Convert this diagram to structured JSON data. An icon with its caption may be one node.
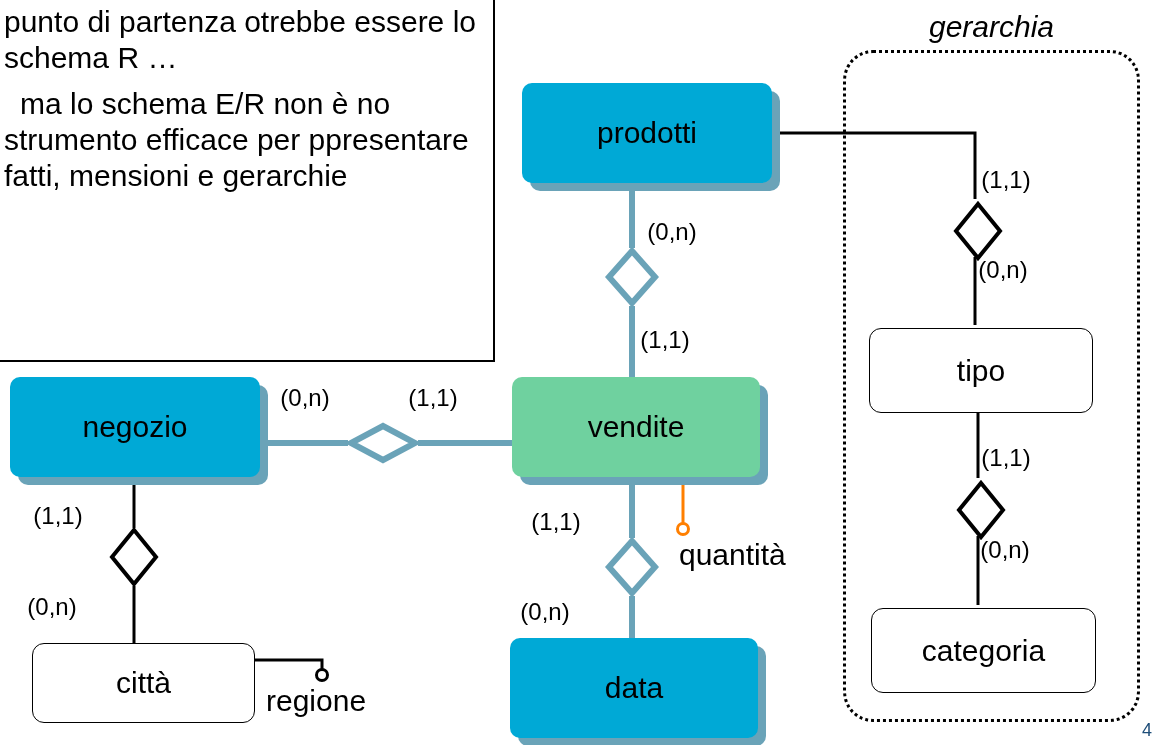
{
  "diagram": {
    "nodes": [
      {
        "text": [
          "punto di partenza otrebbe essere lo schema R …",
          "ma lo schema E/R non è no strumento efficace per ppresentare fatti, mensioni e gerarchie"
        ]
      },
      {
        "text": [
          "gerarchia"
        ]
      },
      {
        "text": [
          "prodotti"
        ]
      },
      {
        "text": [],
        "shape": "diamond",
        "in": 1
      },
      {
        "text": [
          "tipo"
        ],
        "in": 1
      },
      {
        "text": [],
        "shape": "diamond",
        "in": 1
      },
      {
        "text": [
          "categoria"
        ],
        "in": 1
      },
      {
        "text": [],
        "shape": "diamond"
      },
      {
        "text": [
          "negozio"
        ]
      },
      {
        "text": [],
        "shape": "diamond"
      },
      {
        "text": [
          "vendite"
        ]
      },
      {
        "text": [],
        "shape": "diamond"
      },
      {
        "text": [
          "città"
        ]
      },
      {
        "text": [
          "regione"
        ]
      },
      {
        "text": [],
        "shape": "diamond"
      },
      {
        "text": [
          "quantità"
        ]
      },
      {
        "text": [
          "data"
        ]
      }
    ],
    "edges": [
      {
        "from": 2,
        "to": 3,
        "arrow": "none",
        "label": "(1,1)"
      },
      {
        "from": 3,
        "to": 4,
        "arrow": "none",
        "label": "(0,n)"
      },
      {
        "from": 4,
        "to": 5,
        "arrow": "none",
        "label": "(1,1)"
      },
      {
        "from": 5,
        "to": 6,
        "arrow": "none",
        "label": "(0,n)"
      },
      {
        "from": 2,
        "to": 7,
        "arrow": "none",
        "label": "(0,n)",
        "style": "thick",
        "color": "#6aa3b8"
      },
      {
        "from": 7,
        "to": 10,
        "arrow": "none",
        "label": "(1,1)",
        "style": "thick",
        "color": "#6aa3b8"
      },
      {
        "from": 8,
        "to": 9,
        "arrow": "none",
        "label": "(0,n)",
        "style": "thick",
        "color": "#6aa3b8"
      },
      {
        "from": 9,
        "to": 10,
        "arrow": "none",
        "label": "(1,1)",
        "style": "thick",
        "color": "#6aa3b8"
      },
      {
        "from": 8,
        "to": 11,
        "arrow": "none",
        "label": "(1,1)"
      },
      {
        "from": 11,
        "to": 12,
        "arrow": "none",
        "label": "(0,n)"
      },
      {
        "from": 12,
        "to": 13,
        "arrow": "other"
      },
      {
        "from": 10,
        "to": 14,
        "arrow": "none",
        "label": "(1,1)",
        "style": "thick",
        "color": "#6aa3b8"
      },
      {
        "from": 14,
        "to": 16,
        "arrow": "none",
        "label": "(0,n)",
        "style": "thick",
        "color": "#6aa3b8"
      },
      {
        "from": 10,
        "to": 15,
        "arrow": "other",
        "color": "#ff7f00"
      }
    ],
    "labels": [
      "4"
    ]
  }
}
